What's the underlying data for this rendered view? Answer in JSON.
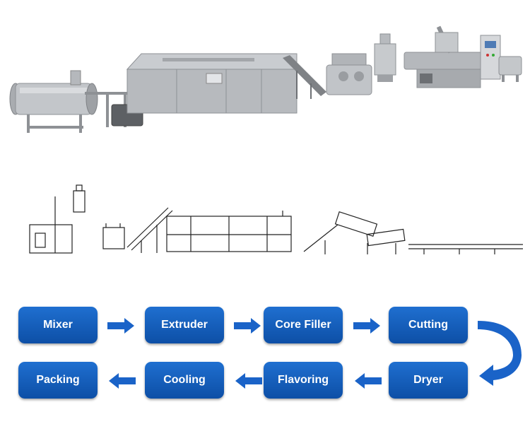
{
  "process_steps": {
    "row1": [
      "Mixer",
      "Extruder",
      "Core Filler",
      "Cutting"
    ],
    "row2": [
      "Packing",
      "Cooling",
      "Flavoring",
      "Dryer"
    ]
  },
  "colors": {
    "step_fill": "#1560c0",
    "arrow_fill": "#1a63c8",
    "machine_steel": "#b9bcc0",
    "line_drawing": "#222222"
  },
  "icons": {
    "row_arrow": "arrow-right-icon",
    "return_arrow": "arrow-left-icon",
    "turn_arrow": "u-turn-arrow-icon"
  }
}
